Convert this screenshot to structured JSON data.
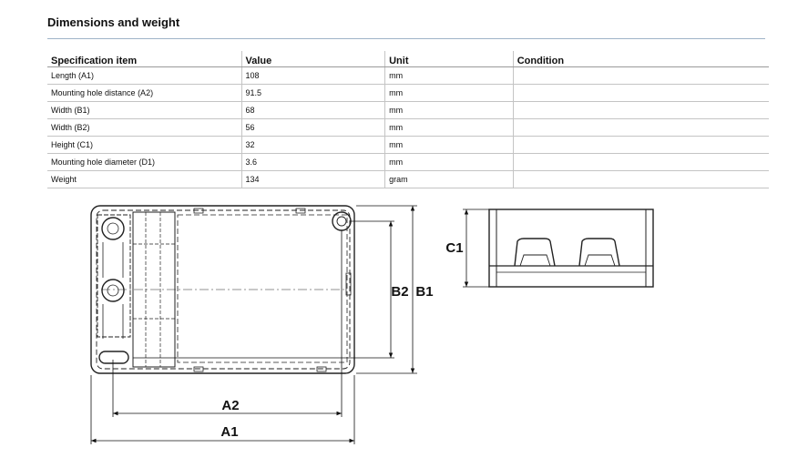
{
  "section": {
    "title": "Dimensions and weight"
  },
  "table": {
    "headers": [
      "Specification item",
      "Value",
      "Unit",
      "Condition"
    ],
    "rows": [
      [
        "Length (A1)",
        "108",
        "mm",
        ""
      ],
      [
        "Mounting hole distance (A2)",
        "91.5",
        "mm",
        ""
      ],
      [
        "Width (B1)",
        "68",
        "mm",
        ""
      ],
      [
        "Width (B2)",
        "56",
        "mm",
        ""
      ],
      [
        "Height (C1)",
        "32",
        "mm",
        ""
      ],
      [
        "Mounting hole diameter (D1)",
        "3.6",
        "mm",
        ""
      ],
      [
        "Weight",
        "134",
        "gram",
        ""
      ]
    ]
  },
  "drawing": {
    "labels": {
      "a1": "A1",
      "a2": "A2",
      "b1": "B1",
      "b2": "B2",
      "c1": "C1"
    }
  }
}
